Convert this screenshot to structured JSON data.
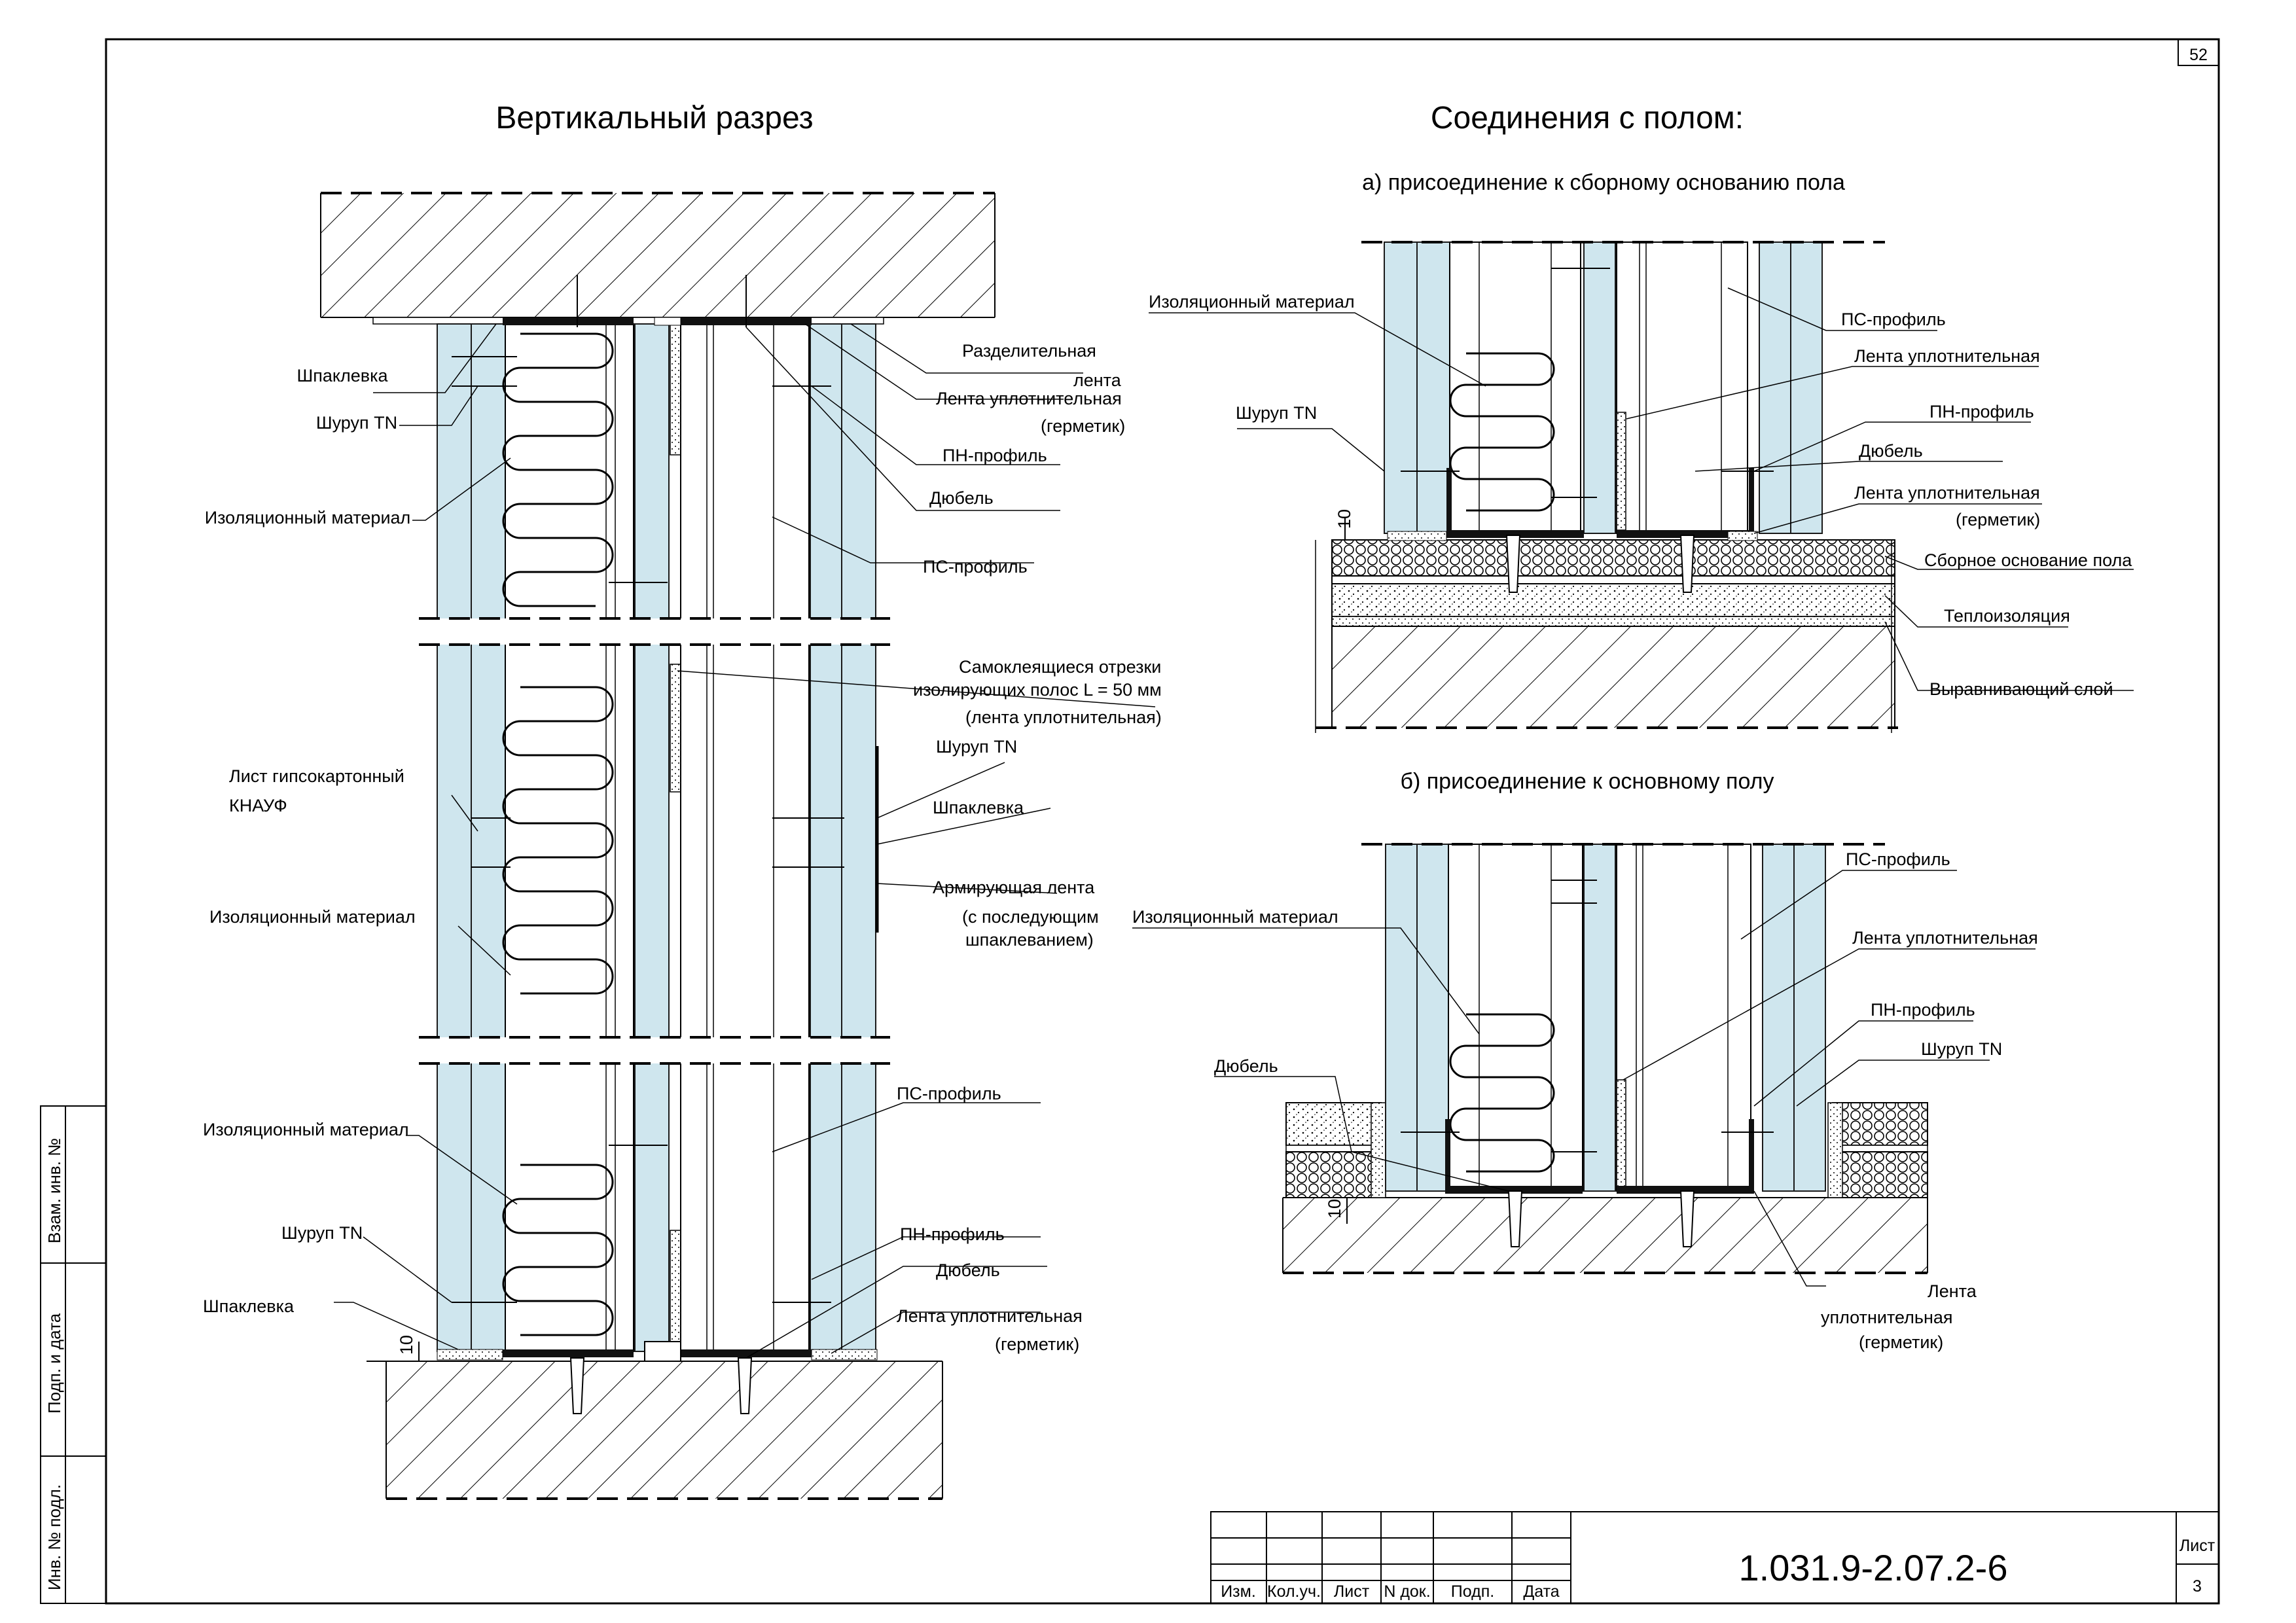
{
  "sheet": {
    "page_no": "52",
    "title_left": "Вертикальный разрез",
    "title_right": "Соединения с полом:",
    "subtitle_a": "а) присоединение к сборному основанию пола",
    "subtitle_b": "б) присоединение к основному полу"
  },
  "left_labels": {
    "shpaklevka_1": "Шпаклевка",
    "shurup_1": "Шуруп TN",
    "izol_1": "Изоляционный материал",
    "razdel_1": "Разделительная",
    "razdel_2": "лента",
    "lenta_upl": "Лента уплотнительная",
    "germetik": "(герметик)",
    "pn_profil": "ПН-профиль",
    "dubel": "Дюбель",
    "ps_profil": "ПС-профиль",
    "samoklei_1": "Самоклеящиеся отрезки",
    "samoklei_2": "изолирующих полос L = 50 мм",
    "samoklei_3": "(лента уплотнительная)",
    "list_gkl_1": "Лист гипсокартонный",
    "list_gkl_2": "КНАУФ",
    "shurup_2": "Шуруп TN",
    "shpaklevka_2": "Шпаклевка",
    "izol_2": "Изоляционный материал",
    "arm_1": "Армирующая лента",
    "arm_2": "(с последующим",
    "arm_3": "шпаклеванием)",
    "izol_3": "Изоляционный материал",
    "ps_profil_2": "ПС-профиль",
    "shurup_3": "Шуруп TN",
    "pn_profil_2": "ПН-профиль",
    "shpaklevka_3": "Шпаклевка",
    "dubel_2": "Дюбель",
    "lenta_upl_2": "Лента уплотнительная",
    "germetik_2": "(герметик)",
    "dim_10": "10"
  },
  "a_labels": {
    "izol": "Изоляционный материал",
    "ps_profil": "ПС-профиль",
    "lenta_upl": "Лента уплотнительная",
    "shurup": "Шуруп TN",
    "pn_profil": "ПН-профиль",
    "dubel": "Дюбель",
    "lenta_upl_2": "Лента уплотнительная",
    "germetik": "(герметик)",
    "sbornoe": "Сборное основание пола",
    "teplo": "Теплоизоляция",
    "vyravn": "Выравнивающий слой",
    "dim_10": "10"
  },
  "b_labels": {
    "ps_profil": "ПС-профиль",
    "izol": "Изоляционный материал",
    "lenta_upl": "Лента уплотнительная",
    "pn_profil": "ПН-профиль",
    "dubel": "Дюбель",
    "shurup": "Шуруп TN",
    "lenta_1": "Лента",
    "lenta_2": "уплотнительная",
    "lenta_3": "(герметик)",
    "dim_10": "10"
  },
  "stamp": {
    "cols": [
      "Изм.",
      "Кол.уч.",
      "Лист",
      "N док.",
      "Подп.",
      "Дата"
    ],
    "code": "1.031.9-2.07.2-6",
    "list_label": "Лист",
    "list_no": "3"
  },
  "side_stamp": {
    "vzam": "Взам. инв. №",
    "podp": "Подп. и дата",
    "inv": "Инв. № подл."
  }
}
